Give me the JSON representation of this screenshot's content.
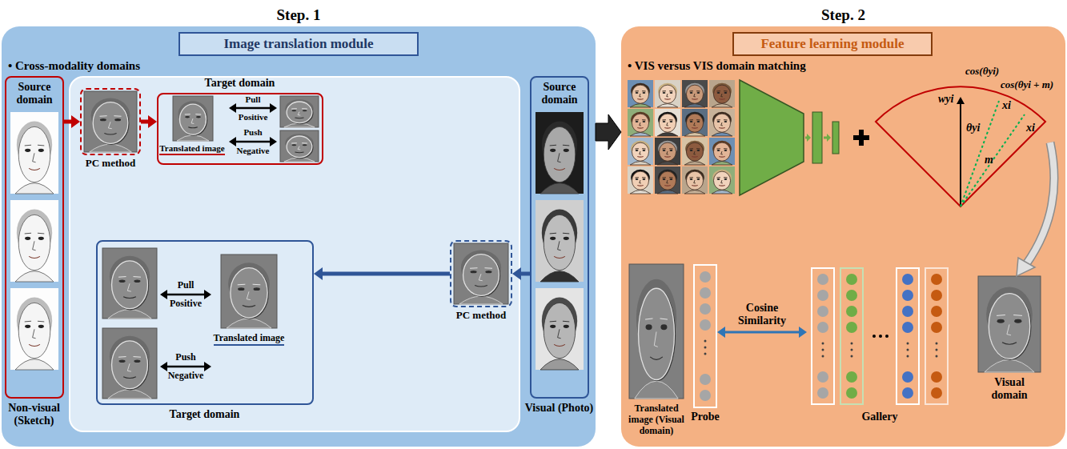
{
  "diagram": {
    "nodes": [
      {
        "text": [
          "Step. 1",
          "• Cross-modality domains"
        ]
      },
      {
        "text": [
          "Image translation module"
        ],
        "in": 0
      },
      {
        "text": [
          "Source domain",
          "Non-visual (Sketch)"
        ],
        "in": 0
      },
      {
        "text": [
          "PC method"
        ],
        "in": 0
      },
      {
        "text": [
          "Target domain"
        ],
        "in": 0
      },
      {
        "text": [
          "Source domain",
          "Visual (Photo)"
        ],
        "in": 0
      },
      {
        "text": [
          "PC method"
        ],
        "in": 0
      },
      {
        "text": [
          "Target domain"
        ],
        "in": 0
      },
      {
        "text": [
          "Step. 2",
          "• VIS versus VIS domain matching"
        ]
      },
      {
        "text": [
          "Feature learning module"
        ],
        "in": 8
      },
      {
        "text": [
          "Probe"
        ],
        "in": 8
      },
      {
        "text": [
          "Gallery"
        ],
        "in": 8
      }
    ],
    "edges": [
      {
        "from": 2,
        "to": 3,
        "arrow": "to"
      },
      {
        "from": 3,
        "to": 4,
        "arrow": "to"
      },
      {
        "from": 5,
        "to": 6,
        "arrow": "to"
      },
      {
        "from": 6,
        "to": 7,
        "arrow": "to"
      },
      {
        "from": 0,
        "to": 8,
        "arrow": "to"
      },
      {
        "from": 10,
        "to": 11,
        "label": "Cosine Similarity",
        "arrow": "both"
      }
    ],
    "labels": [
      "Pull",
      "Positive",
      "Push",
      "Negative",
      "Translated image",
      "Pull",
      "Positive",
      "Push",
      "Negative",
      "Translated image",
      "wyi",
      "cos(θyi)",
      "xi",
      "cos(θyi + m)",
      "xi",
      "θyi",
      "m",
      "Translated image (Visual domain)",
      "Visual domain"
    ]
  }
}
